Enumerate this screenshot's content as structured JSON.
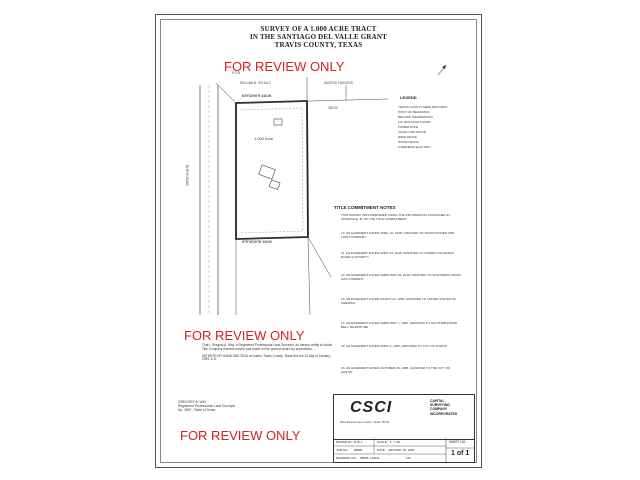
{
  "title": {
    "line1": "SURVEY OF A 1.000 ACRE TRACT",
    "line2": "IN THE SANTIAGO DEL VALLE GRANT",
    "line3": "TRAVIS COUNTY, TEXAS"
  },
  "watermark": "FOR REVIEW ONLY",
  "plat": {
    "tract_label": "1.000 Acre",
    "pob": "P.O.B.",
    "bearing_north": "N79°42'00\"E 140.00",
    "bearing_south": "S79°42'00\"W 140.00",
    "adjoiner_top_left": "WILLIAM B. SCHULZ",
    "adjoiner_top_right": "SANTOS FUENTES",
    "road_label": "ELROY ROAD",
    "note_east": "350.00"
  },
  "legend": {
    "title": "LEGEND",
    "items": [
      "TRAVIS COUNTY DEED RECORDS",
      "POINT OF BEGINNING",
      "RECORD INFORMATION",
      "1/2\" IRON ROD FOUND",
      "POWER POLE",
      "CHAIN LINK FENCE",
      "WIRE FENCE",
      "WOOD FENCE",
      "OVERHEAD ELECTRIC"
    ]
  },
  "title_commitment": {
    "heading": "TITLE COMMITMENT NOTES",
    "notes": [
      "THIS SURVEY WAS PREPARED USING THE INFORMATION CONTAINED IN SCHEDULE \"B\" OF THE TITLE COMMITMENT",
      "10.  AN EASEMENT DATED APRIL 18, 1938, GRANTED TO TEXAS POWER AND LIGHT COMPANY",
      "11.  AN EASEMENT DATED APRIL 24, 1945, GRANTED TO LOWER COLORADO RIVER AUTHORITY",
      "12.  AN EASEMENT DATED FEBRUARY 19, 1948, GRANTED TO SOUTHERN UNION GAS COMPANY",
      "13.  AN EASEMENT DATED MARCH 24, 1955, GRANTED TO UNITED STATES OF AMERICA",
      "14.  AN EASEMENT DATED FEBRUARY 7, 1963, GRANTED TO SOUTHWESTERN BELL TELEPHONE",
      "15.  AN EASEMENT DATED APRIL 2, 1965, GRANTED TO CITY OF AUSTIN",
      "16.  AN EASEMENT DATED OCTOBER 28, 1986, GRANTED TO THE CITY OF AUSTIN"
    ]
  },
  "surveyor": {
    "statement": "That I, Gregory A. Way, a Registered Professional Land Surveyor, do hereby certify to Austin Title Company that this survey was made on the ground under my supervision.",
    "witness": "WITNESS MY HAND AND SEAL at Austin, Travis County, Texas this the 22 day of January, 1999, A.D.",
    "name": "GREGORY A. WAY",
    "license": "Registered Professional Land Surveyor",
    "number": "No. 4567 - State of Texas"
  },
  "company": {
    "logo": "CSCI",
    "name_line1": "CAPITAL",
    "name_line2": "SURVEYING",
    "name_line3": "COMPANY",
    "name_line4": "INCORPORATED",
    "address": "9211 Pearce Lane, Austin, Texas 78741"
  },
  "title_block": {
    "drawn_by_label": "DRAWN BY:",
    "drawn_by": "R.W.J.",
    "scale_label": "SCALE:",
    "scale": "1\" = 40'",
    "job_label": "JOB NO.:",
    "job": "98565",
    "date_label": "DATE:",
    "date": "JANUARY 25, 1999",
    "drawing_label": "DRAWING NO.:",
    "drawing": "98565-1.DWG",
    "fb_label": "F.B.",
    "sheet_label": "SHEET NO.",
    "sheet": "1 of 1"
  }
}
